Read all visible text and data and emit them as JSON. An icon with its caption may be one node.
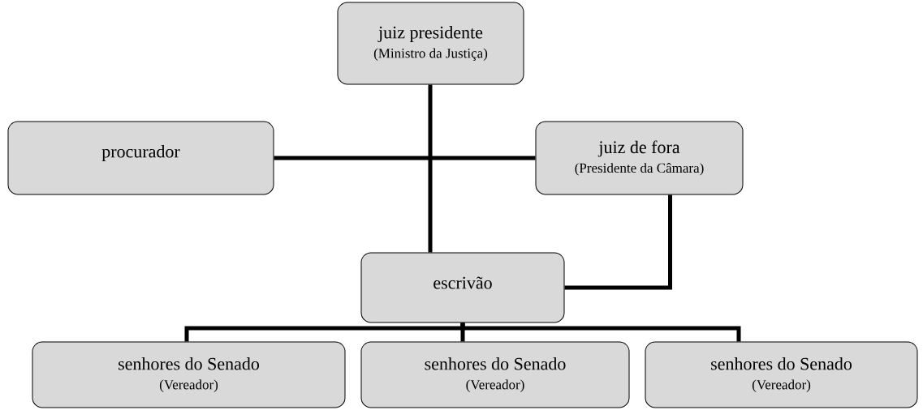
{
  "diagram": {
    "nodes": [
      {
        "text": [
          "juiz presidente",
          "(Ministro da Justiça)"
        ]
      },
      {
        "text": [
          "procurador"
        ]
      },
      {
        "text": [
          "juiz de fora",
          "(Presidente da Câmara)"
        ]
      },
      {
        "text": [
          "escrivão"
        ]
      },
      {
        "text": [
          "senhores do Senado",
          "(Vereador)"
        ]
      },
      {
        "text": [
          "senhores do Senado",
          "(Vereador)"
        ]
      },
      {
        "text": [
          "senhores do Senado",
          "(Vereador)"
        ]
      }
    ],
    "edges": [
      {
        "from": 0,
        "to": 3,
        "arrow": "none"
      },
      {
        "from": 1,
        "to": 2,
        "arrow": "none"
      },
      {
        "from": 2,
        "to": 3,
        "arrow": "none"
      },
      {
        "from": 3,
        "to": 4,
        "arrow": "none"
      },
      {
        "from": 3,
        "to": 5,
        "arrow": "none"
      },
      {
        "from": 3,
        "to": 6,
        "arrow": "none"
      }
    ]
  }
}
